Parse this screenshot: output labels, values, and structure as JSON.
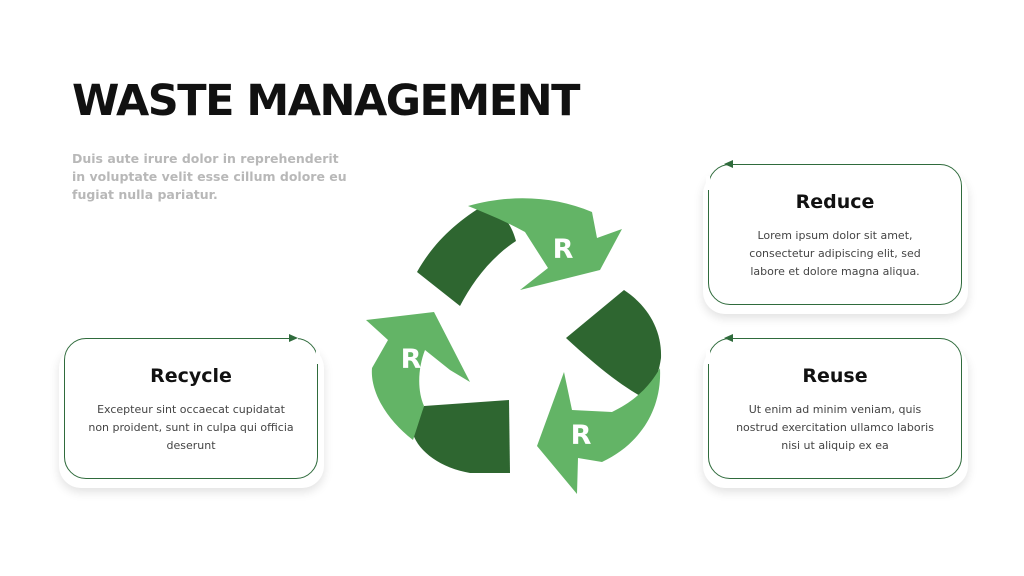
{
  "slide": {
    "title": "WASTE MANAGEMENT",
    "subtitle": "Duis aute irure dolor in reprehenderit in voluptate velit esse cillum dolore eu fugiat nulla pariatur."
  },
  "cards": {
    "reduce": {
      "heading": "Reduce",
      "body": "Lorem ipsum dolor sit amet, consectetur adipiscing elit, sed labore et dolore magna aliqua."
    },
    "reuse": {
      "heading": "Reuse",
      "body": "Ut enim ad minim veniam, quis nostrud exercitation ullamco laboris nisi ut aliquip ex ea"
    },
    "recycle": {
      "heading": "Recycle",
      "body": "Excepteur sint occaecat cupidatat non proident, sunt in culpa qui officia deserunt"
    }
  },
  "symbol": {
    "letter_top": "R",
    "letter_left": "R",
    "letter_right": "R",
    "light_green": "#63b466",
    "dark_green": "#2e6630"
  },
  "colors": {
    "outline": "#2f6b3c",
    "title": "#111111",
    "subtitle": "#b8b8b8"
  },
  "icons": [
    "recycle-symbol-icon",
    "arrow-left-icon",
    "arrow-right-icon"
  ]
}
